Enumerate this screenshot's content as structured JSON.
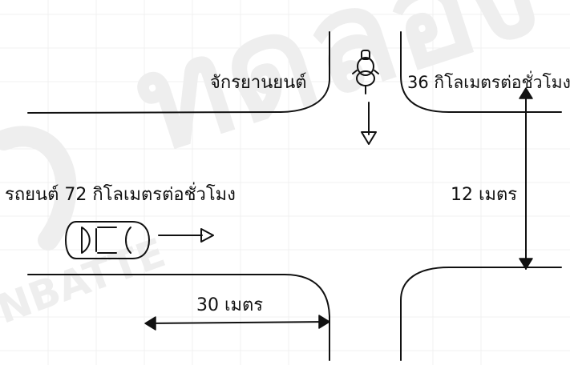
{
  "labels": {
    "motorcycle": "จักรยานยนต์",
    "motorcycle_speed": "36 กิโลเมตรต่อชั่วโมง",
    "car_speed": "รถยนต์ 72 กิโลเมตรต่อชั่วโมง",
    "vertical_distance": "12 เมตร",
    "horizontal_distance": "30 เมตร"
  },
  "watermark": {
    "logo": "ทดลอง",
    "brand": "NBATTE"
  },
  "colors": {
    "ink": "#111111",
    "background": "#ffffff",
    "grid": "#f1f1f1",
    "watermark": "#eeeeee"
  }
}
